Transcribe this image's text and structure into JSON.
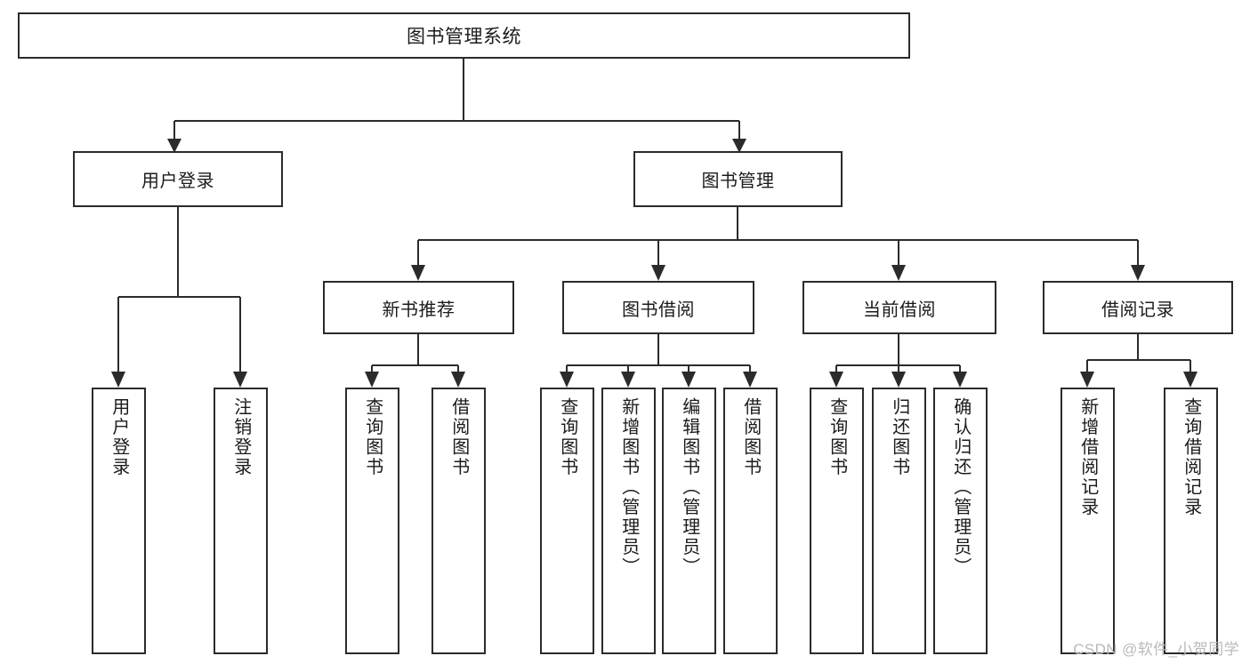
{
  "diagram": {
    "title": "图书管理系统",
    "type": "hierarchy-tree",
    "orientation": "top-down",
    "colors": {
      "stroke": "#2b2b2b",
      "box_fill": "#ffffff",
      "text": "#1b1b1b",
      "watermark": "#b9b9b9",
      "background": "#ffffff"
    },
    "nodes": {
      "root": {
        "label": "图书管理系统"
      },
      "level2": [
        {
          "id": "user-login",
          "label": "用户登录"
        },
        {
          "id": "book-manage",
          "label": "图书管理"
        }
      ],
      "level3": [
        {
          "id": "new-book-recommend",
          "label": "新书推荐"
        },
        {
          "id": "book-borrow",
          "label": "图书借阅"
        },
        {
          "id": "current-borrow",
          "label": "当前借阅"
        },
        {
          "id": "borrow-record",
          "label": "借阅记录"
        }
      ],
      "leaves": {
        "user-login": [
          {
            "id": "leaf-user-login",
            "label": "用户登录"
          },
          {
            "id": "leaf-logout-login",
            "label": "注销登录"
          }
        ],
        "new-book-recommend": [
          {
            "id": "leaf-query-book-1",
            "label": "查询图书"
          },
          {
            "id": "leaf-borrow-book-1",
            "label": "借阅图书"
          }
        ],
        "book-borrow": [
          {
            "id": "leaf-query-book-2",
            "label": "查询图书"
          },
          {
            "id": "leaf-add-book",
            "label": "新增图书（管理员）"
          },
          {
            "id": "leaf-edit-book",
            "label": "编辑图书（管理员）"
          },
          {
            "id": "leaf-borrow-book-2",
            "label": "借阅图书"
          }
        ],
        "current-borrow": [
          {
            "id": "leaf-query-book-3",
            "label": "查询图书"
          },
          {
            "id": "leaf-return-book",
            "label": "归还图书"
          },
          {
            "id": "leaf-confirm-return",
            "label": "确认归还（管理员）"
          }
        ],
        "borrow-record": [
          {
            "id": "leaf-add-record",
            "label": "新增借阅记录"
          },
          {
            "id": "leaf-query-record",
            "label": "查询借阅记录"
          }
        ]
      }
    },
    "watermark": "CSDN @软件_小贺同学"
  }
}
